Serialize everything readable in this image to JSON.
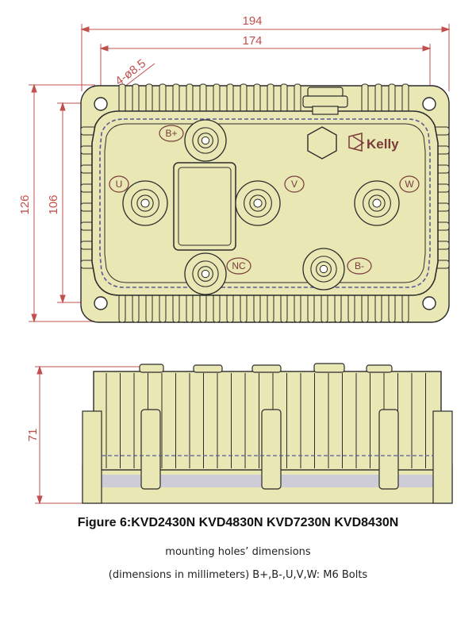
{
  "dimensions": {
    "width_overall": "194",
    "width_holes": "174",
    "height_overall": "126",
    "height_holes": "106",
    "hole_spec": "4-ø8.5",
    "side_height": "71"
  },
  "terminals": {
    "b_plus": "B+",
    "b_minus": "B-",
    "u": "U",
    "v": "V",
    "w": "W",
    "nc": "NC"
  },
  "brand": {
    "logo_text": "Kelly"
  },
  "caption": {
    "title": "Figure 6:KVD2430N KVD4830N KVD7230N KVD8430N",
    "subtitle": "mounting holes’ dimensions",
    "note": "(dimensions in millimeters) B+,B-,U,V,W: M6 Bolts"
  },
  "colors": {
    "body_fill": "#e9e7b4",
    "outline": "#2b2b2b",
    "dimension_line": "#c0504d",
    "terminal_label": "#7a3a3a",
    "shadow": "#5a5a99"
  }
}
